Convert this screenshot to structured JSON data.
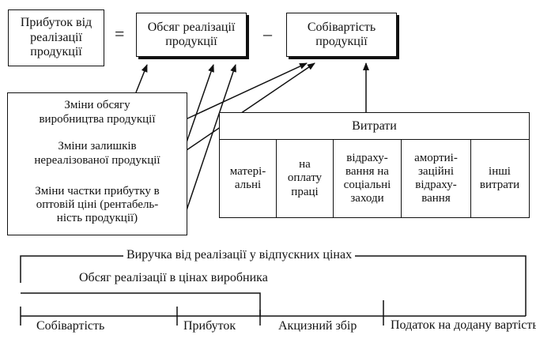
{
  "top_row": {
    "profit": "Прибуток від\nреалізації\nпродукції",
    "equals": "=",
    "sales_volume": "Обсяг реалізації\nпродукції",
    "minus": "–",
    "cost": "Собівартість\nпродукції"
  },
  "factors": [
    "Зміни обсягу\nвиробництва продукції",
    "Зміни залишків\nнереалізованої продукції",
    "Зміни частки прибутку в\nоптовій ціні (рентабель-\nність продукції)"
  ],
  "expenses": {
    "title": "Витрати",
    "columns": [
      "матері-\nальні",
      "на\nоплату\nпраці",
      "відраху-\nвання на\nсоціальні\nзаходи",
      "амортиі-\nзаційні\nвідраху-\nвання",
      "інші\nвитрати"
    ]
  },
  "revenue": {
    "title": "Виручка від реалізації у відпускних цінах",
    "producer_prices": "Обсяг реалізації\nв цінах виробника",
    "parts": [
      "Собівартість",
      "Прибуток",
      "Акцизний збір",
      "Податок на додану\nвартість"
    ]
  }
}
